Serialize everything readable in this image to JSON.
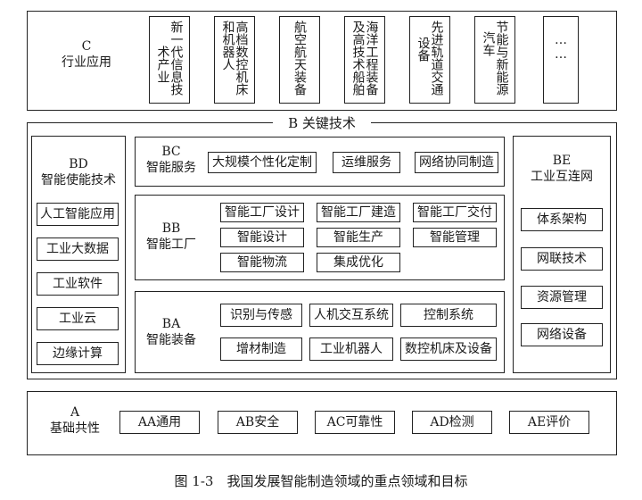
{
  "layer_c": {
    "code": "C",
    "title": "行业应用",
    "industries": [
      {
        "cols": [
          "新一代信息技",
          "术产业"
        ]
      },
      {
        "cols": [
          "高档数控机床",
          "和机器人"
        ]
      },
      {
        "cols": [
          "航空航天装备"
        ]
      },
      {
        "cols": [
          "海洋工程装备",
          "及高技术船舶"
        ]
      },
      {
        "cols": [
          "先进轨道交通",
          "设备"
        ]
      },
      {
        "cols": [
          "节能与新能源",
          "汽车"
        ]
      },
      {
        "cols": [
          "……"
        ]
      }
    ]
  },
  "layer_b": {
    "title": "B 关键技术",
    "bd": {
      "code": "BD",
      "title": "智能使能技术",
      "items": [
        "人工智能应用",
        "工业大数据",
        "工业软件",
        "工业云",
        "边缘计算"
      ]
    },
    "bc": {
      "code": "BC",
      "title": "智能服务",
      "items": [
        "大规模个性化定制",
        "运维服务",
        "网络协同制造"
      ]
    },
    "bb": {
      "code": "BB",
      "title": "智能工厂",
      "row1": [
        "智能工厂设计",
        "智能工厂建造",
        "智能工厂交付"
      ],
      "row2": [
        "智能设计",
        "智能生产",
        "智能管理"
      ],
      "row3": [
        "智能物流",
        "集成优化"
      ]
    },
    "ba": {
      "code": "BA",
      "title": "智能装备",
      "row1": [
        "识别与传感",
        "人机交互系统",
        "控制系统"
      ],
      "row2": [
        "增材制造",
        "工业机器人",
        "数控机床及设备"
      ]
    },
    "be": {
      "code": "BE",
      "title": "工业互连网",
      "items": [
        "体系架构",
        "网联技术",
        "资源管理",
        "网络设备"
      ]
    }
  },
  "layer_a": {
    "code": "A",
    "title": "基础共性",
    "items": [
      "AA通用",
      "AB安全",
      "AC可靠性",
      "AD检测",
      "AE评价"
    ]
  },
  "caption": "图 1-3　我国发展智能制造领域的重点领域和目标"
}
